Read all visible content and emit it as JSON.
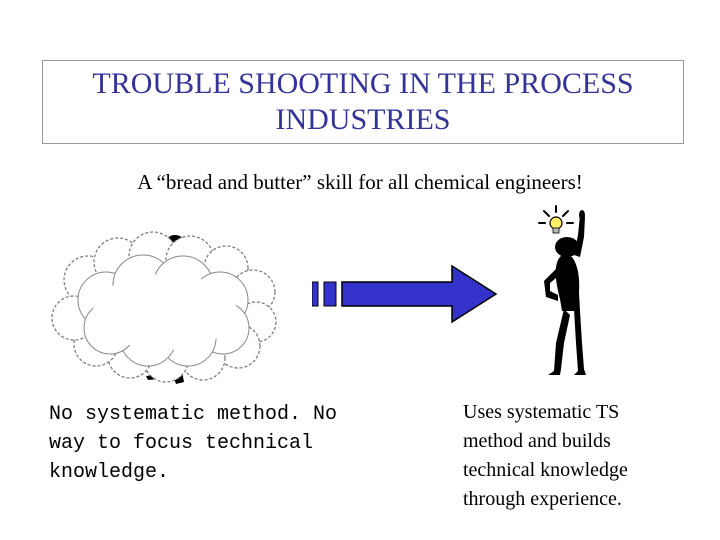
{
  "title": {
    "line1": "TROUBLE SHOOTING IN THE PROCESS",
    "line2": "INDUSTRIES"
  },
  "subtitle": "A “bread and butter” skill for all chemical engineers!",
  "left_caption": {
    "line1": "No systematic method. No",
    "line2": "way to focus technical",
    "line3": "knowledge."
  },
  "right_caption": {
    "line1": "Uses systematic TS",
    "line2": "method and builds",
    "line3": "technical knowledge",
    "line4": "through experience."
  },
  "icons": [
    "confused-person-cloud-icon",
    "arrow-right-icon",
    "idea-person-lightbulb-icon"
  ],
  "colors": {
    "title": "#33339a",
    "arrow": "#3333cc",
    "bulb": "#ffee66",
    "figure": "#000000"
  }
}
